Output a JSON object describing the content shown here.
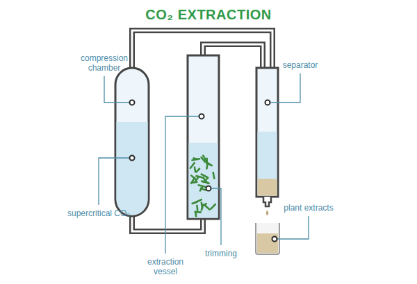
{
  "diagram": {
    "title": "CO₂ EXTRACTION",
    "labels": [
      "compression chamber",
      "supercritical CO₂",
      "extraction vessel",
      "trimming",
      "separator",
      "plant extracts"
    ]
  }
}
